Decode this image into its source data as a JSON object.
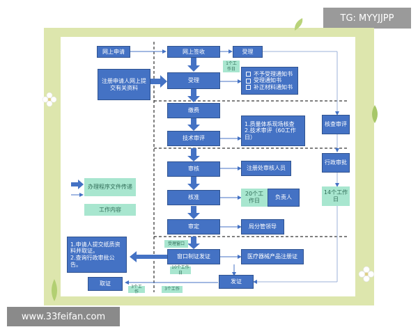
{
  "watermark": {
    "top": "TG: MYYJJPP",
    "bottom": "www.33feifan.com"
  },
  "nodes": {
    "online_apply": "网上申请",
    "online_sign": "网上签收",
    "accept": "受理",
    "register_submit": "注册申请人网上提交有关资料",
    "review": "受理",
    "notices": [
      "不予受理通知书",
      "受理通知书",
      "补正材料通知书"
    ],
    "fee": "缴费",
    "tech_review": "技术审评",
    "tech_note": "1.质量体系现场核查\n2.技术审评（60工作日）",
    "check_review": "核查审评",
    "audit": "审核",
    "audit_person": "注册处审核人员",
    "admin_approval": "行政审批",
    "approve": "核准",
    "responsible": "负责人",
    "days20": "20个工作日",
    "days14": "14个工作日",
    "decide": "审定",
    "bureau_leader": "局分管领导",
    "window_cert": "窗口制证发证",
    "cert_name": "医疗器械产品注册证",
    "applicant_note": "1.申请人提交纸质资料并取证。\n2.查询行政审批公告。",
    "take_cert": "取证",
    "issue_cert": "发证",
    "legend_flow": "办理程序文件传递",
    "legend_content": "工作内容",
    "tag_small1": "1个工作日",
    "tag_small2": "受理窗口",
    "tag_small3": "10个工作日",
    "tag_small4": "3个工作",
    "tag_small5": "3个工作"
  },
  "colors": {
    "frame": "#dde6ad",
    "node": "#4472c4",
    "tag": "#a8e6cf"
  },
  "icons": [
    "flower-icon",
    "leaf-icon"
  ]
}
